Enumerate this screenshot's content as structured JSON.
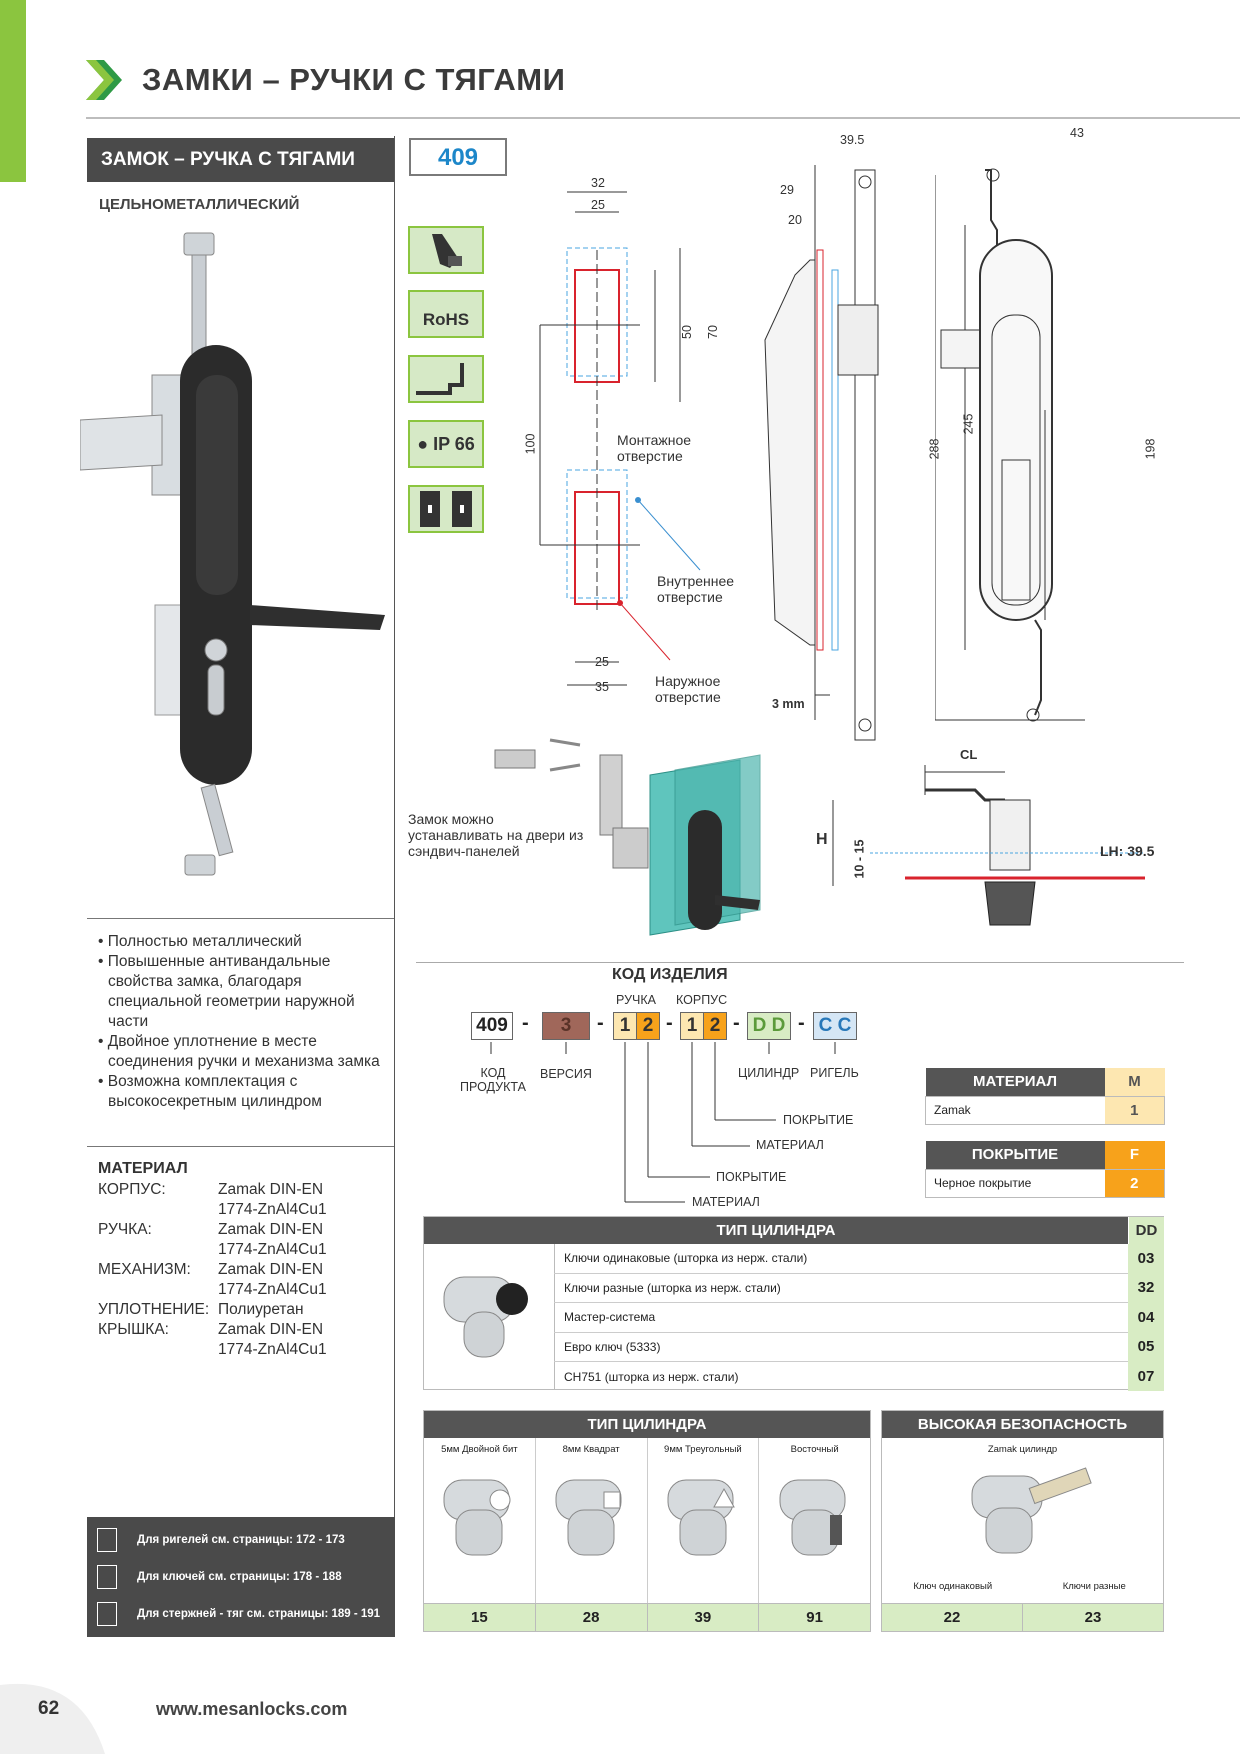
{
  "page": {
    "title": "ЗАМКИ – РУЧКИ С ТЯГАМИ",
    "page_number": "62",
    "website": "www.mesanlocks.com",
    "accent_color": "#8bc53f"
  },
  "product": {
    "name": "ЗАМОК – РУЧКА С ТЯГАМИ",
    "code": "409",
    "subtitle": "ЦЕЛЬНОМЕТАЛЛИЧЕСКИЙ",
    "features": [
      "• Полностью металлический",
      "• Повышенные антивандальные свойства замка, благодаря специальной геометрии наружной части",
      "• Двойное уплотнение в месте соединения ручки и механизма замка",
      "• Возможна комплектация с высокосекретным цилиндром"
    ],
    "material_title": "МАТЕРИАЛ",
    "materials": [
      {
        "part": "КОРПУС:",
        "value": "Zamak DIN-EN 1774-ZnAl4Cu1"
      },
      {
        "part": "РУЧКА:",
        "value": "Zamak DIN-EN 1774-ZnAl4Cu1"
      },
      {
        "part": "МЕХАНИЗМ:",
        "value": "Zamak DIN-EN 1774-ZnAl4Cu1"
      },
      {
        "part": "УПЛОТНЕНИЕ:",
        "value": "Полиуретан"
      },
      {
        "part": "КРЫШКА:",
        "value": "Zamak DIN-EN 1774-ZnAl4Cu1"
      }
    ],
    "references": [
      "Для ригелей см. страницы: 172 - 173",
      "Для ключей см. страницы: 178 - 188",
      "Для стержней - тяг см. страницы: 189 - 191"
    ],
    "icons": [
      "tool-icon",
      "rohs-icon",
      "profile-icon",
      "ip66-icon",
      "panel-icon"
    ],
    "icon_labels": {
      "rohs": "RoHS",
      "ip": "IP 66"
    }
  },
  "drawing": {
    "dims_left": {
      "w32": "32",
      "w25": "25",
      "h50": "50",
      "h70": "70",
      "h100": "100",
      "w25b": "25",
      "w35": "35"
    },
    "labels": {
      "mount": "Монтажное отверстие",
      "inner": "Внутреннее отверстие",
      "outer": "Наружное отверстие",
      "sandwich": "Замок можно устанавливать на двери из сэндвич-панелей",
      "mm3": "3 mm"
    },
    "dims_mid": {
      "d395": "39.5",
      "d29": "29",
      "d20": "20",
      "d288": "288"
    },
    "dims_right": {
      "d43": "43",
      "d245": "245",
      "d198": "198"
    },
    "dims_bottom": {
      "cl": "CL",
      "h": "H",
      "range": "10 - 15",
      "lh": "LH: 39.5"
    }
  },
  "code": {
    "title": "КОД ИЗДЕЛИЯ",
    "label_handle": "РУЧКА",
    "label_body": "КОРПУС",
    "boxes": {
      "c409": "409",
      "ver": "3",
      "h1": "1",
      "h2": "2",
      "b1": "1",
      "b2": "2",
      "cyl": "D D",
      "bolt": "C C"
    },
    "legend": {
      "product_code": "КОД ПРОДУКТА",
      "version": "ВЕРСИЯ",
      "cylinder": "ЦИЛИНДР",
      "bolt": "РИГЕЛЬ",
      "coating1": "ПОКРЫТИЕ",
      "material1": "МАТЕРИАЛ",
      "coating2": "ПОКРЫТИЕ",
      "material2": "МАТЕРИАЛ"
    }
  },
  "material_table": {
    "header": "МАТЕРИАЛ",
    "key": "M",
    "row_label": "Zamak",
    "row_value": "1"
  },
  "coating_table": {
    "header": "ПОКРЫТИЕ",
    "key": "F",
    "row_label": "Черное покрытие",
    "row_value": "2"
  },
  "cylinder_table": {
    "header": "ТИП ЦИЛИНДРА",
    "key": "DD",
    "rows": [
      {
        "label": "Ключи одинаковые (шторка из нерж. стали)",
        "value": "03"
      },
      {
        "label": "Ключи разные (шторка из нерж. стали)",
        "value": "32"
      },
      {
        "label": "Мастер-система",
        "value": "04"
      },
      {
        "label": "Евро ключ (5333)",
        "value": "05"
      },
      {
        "label": "CH751 (шторка из нерж. стали)",
        "value": "07"
      }
    ]
  },
  "cylinder_types": {
    "header": "ТИП ЦИЛИНДРА",
    "items": [
      {
        "label": "5мм Двойной бит",
        "code": "15"
      },
      {
        "label": "8мм Квадрат",
        "code": "28"
      },
      {
        "label": "9мм Треугольный",
        "code": "39"
      },
      {
        "label": "Восточный",
        "code": "91"
      }
    ]
  },
  "high_security": {
    "header": "ВЫСОКАЯ БЕЗОПАСНОСТЬ",
    "subtitle": "Zamak цилиндр",
    "items": [
      {
        "label": "Ключ одинаковый",
        "code": "22"
      },
      {
        "label": "Ключи разные",
        "code": "23"
      }
    ]
  }
}
